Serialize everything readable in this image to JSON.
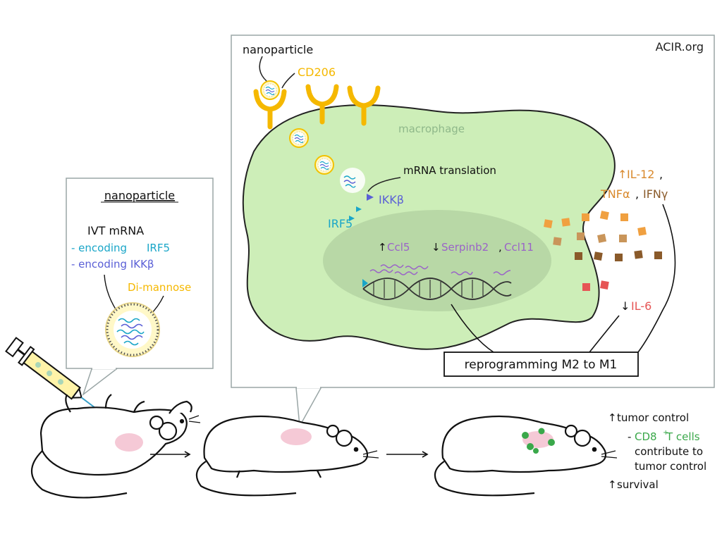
{
  "watermark": "ACIR.org",
  "inset": {
    "title": "nanoparticle",
    "ivt": "IVT mRNA",
    "enc_irf5_prefix": "- encoding ",
    "enc_irf5_gene": "IRF5",
    "enc_ikkb": "- encoding IKKβ",
    "dimannose": "Di-mannose"
  },
  "zoom": {
    "nanoparticle": "nanoparticle",
    "cd206": "CD206",
    "macrophage": "macrophage",
    "mrna_translation": "mRNA translation",
    "ikkb": "IKKβ",
    "irf5": "IRF5",
    "up_arrow": "↑",
    "down_arrow": "↓",
    "ccl5": "Ccl5",
    "serpinb2": "Serpinb2",
    "comma": ",",
    "ccl11": "Ccl11",
    "il12": "IL-12",
    "tnfa": "TNFα",
    "ifng": "IFNγ",
    "il6": "IL-6",
    "reprogramming": "reprogramming M2 to M1"
  },
  "outcomes": {
    "tumor_control": "tumor control",
    "dash": "-",
    "cd8": "CD8",
    "cd8_sup": "+",
    "t_cells": " T cells",
    "contribute_to": "contribute to",
    "tumor_control2": "tumor control",
    "survival": "survival"
  },
  "colors": {
    "macrophage_fill": "#cdeeb8",
    "nucleus_fill": "#b8d8a6",
    "cd206": "#f5b800",
    "irf5": "#1aa6c8",
    "ikkb": "#5a5fd6",
    "serpin": "#9a63c8",
    "il12_tnf": "#d9892c",
    "ifn": "#8a5a2a",
    "il6": "#e65555",
    "cd8": "#3aa84a",
    "tumor": "#f5c9d6"
  }
}
